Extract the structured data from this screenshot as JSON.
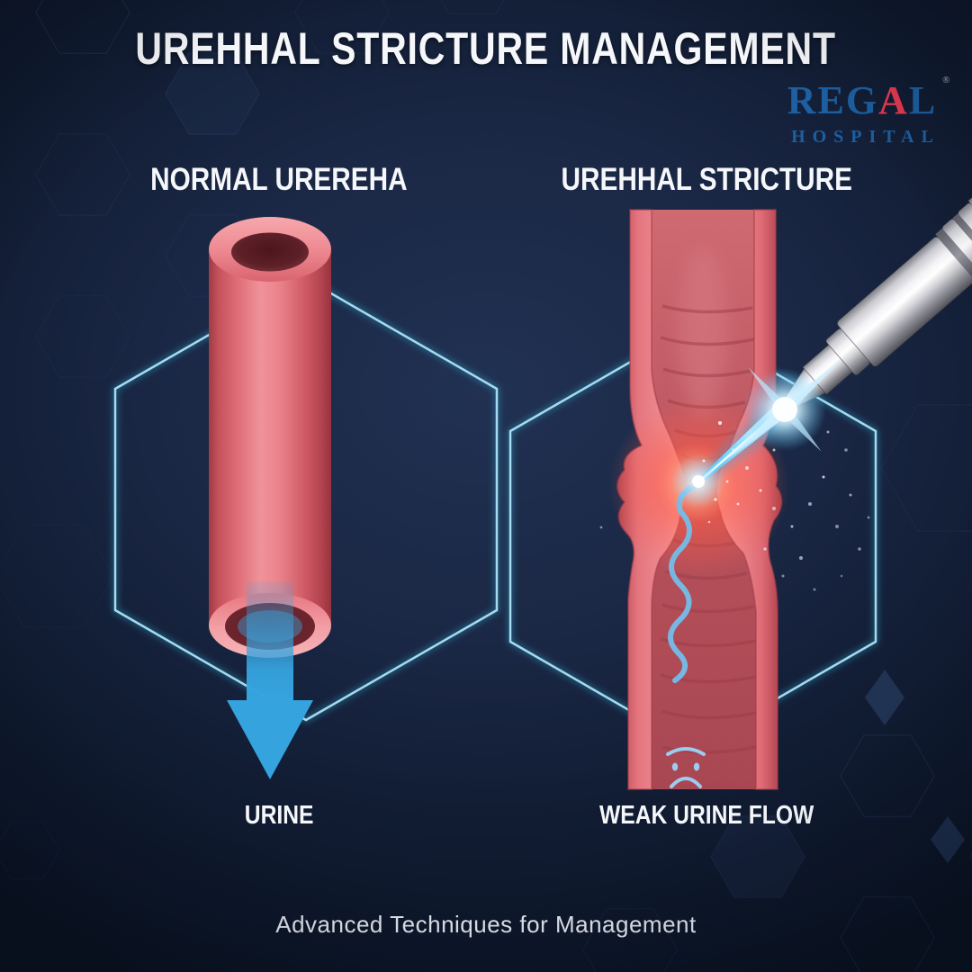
{
  "title": "UREHHAL STRICTURE MANAGEMENT",
  "logo": {
    "word_start": "REG",
    "accent_letter": "A",
    "word_end": "L",
    "registered_mark": "®",
    "subtitle": "HOSPITAL"
  },
  "sections": {
    "normal": {
      "heading": "NORMAL UREREHA",
      "flow_label": "URINE"
    },
    "stricture": {
      "heading": "UREHHAL STRICTURE",
      "flow_label": "WEAK URINE FLOW"
    }
  },
  "footer": {
    "caption": "Advanced Techniques for Management"
  },
  "icons": {
    "normal_tube": "normal-urethra-tube-icon",
    "stricture_tube": "strictured-urethra-tube-icon",
    "urine_arrow": "urine-flow-arrow-icon",
    "laser_probe": "laser-probe-icon",
    "laser_beam": "laser-beam-icon",
    "weak_stream": "weak-stream-wave-icon",
    "sad_face": "sad-face-icon",
    "hexagon_glow": "hexagon-outline-icon"
  },
  "colors": {
    "background_center": "#1c2b4a",
    "background_edge": "#0b1322",
    "pattern_line": "#2b4066",
    "hexagon_glow": "#a9e4f7",
    "tube_pink": "#e8808a",
    "tube_highlight": "#f4a3a9",
    "tube_shadow": "#a23c46",
    "lumen_red": "#b5505a",
    "urine_blue": "#35a3de",
    "laser_blue": "#55c6f6",
    "stricture_glow_red": "#ff5f4d",
    "metal_light": "#f4f4f6",
    "metal_dark": "#5a5a62",
    "logo_blue": "#1d5fa0",
    "logo_red": "#e73a50",
    "text_primary": "#f5f7fa",
    "text_secondary": "#e3e8f1"
  }
}
